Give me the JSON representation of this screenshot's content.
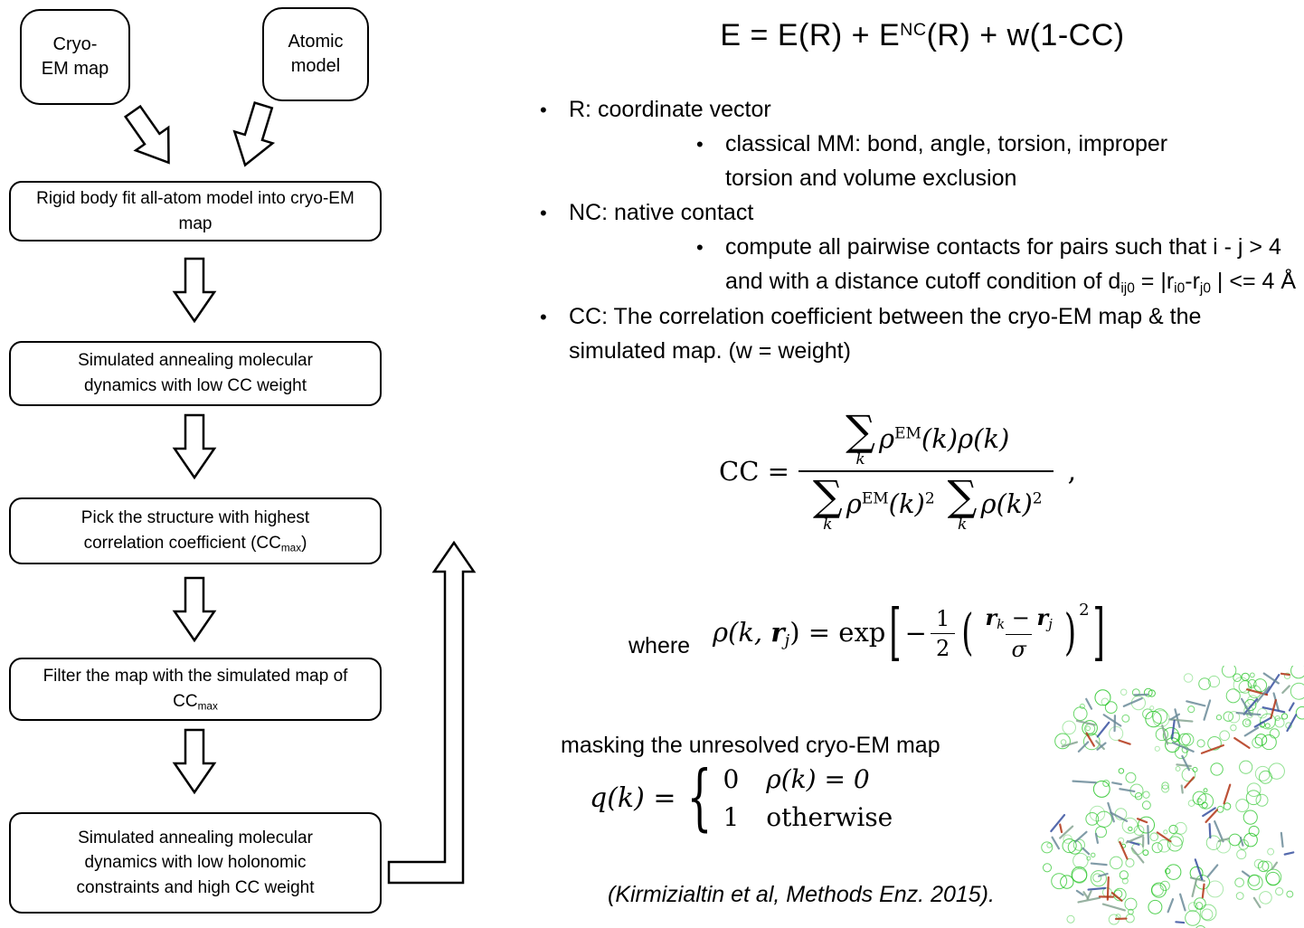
{
  "flowchart": {
    "source_boxes": [
      {
        "line1": "Cryo-",
        "line2": "EM map"
      },
      {
        "line1": "Atomic",
        "line2": "model"
      }
    ],
    "steps": [
      {
        "pre": "Rigid body fit all-atom model into cryo-EM map",
        "sub": "",
        "post": ""
      },
      {
        "pre": "Simulated annealing molecular dynamics with low CC weight",
        "sub": "",
        "post": ""
      },
      {
        "pre": "Pick the structure with highest correlation coefficient (CC",
        "sub": "max",
        "post": ")"
      },
      {
        "pre": "Filter the map with the simulated map of CC",
        "sub": "max",
        "post": ""
      },
      {
        "pre": "Simulated annealing molecular dynamics with low holonomic constraints and high CC weight",
        "sub": "",
        "post": ""
      }
    ]
  },
  "energy_equation": {
    "p1": "E = E(R) + E",
    "sup": "NC",
    "p2": "(R) + w(1-CC)"
  },
  "bullets": {
    "r_label": "R: coordinate vector",
    "r_detail": "classical MM: bond, angle, torsion, improper torsion and volume exclusion",
    "nc_label": "NC: native contact",
    "nc_detail": {
      "f1": "compute all pairwise contacts for pairs such that i - j > 4 and with a distance cutoff condition of d",
      "s1": "ij0",
      "f2": " = |r",
      "s2": "i0",
      "f3": "-r",
      "s3": "j0",
      "f4": " | <= 4 Å"
    },
    "cc_label": "CC: The correlation coefficient between the cryo-EM map & the simulated map. (w = weight)"
  },
  "cc_equation": {
    "lhs": "CC =",
    "sum": "∑",
    "sum_index": "k",
    "num_rho": "ρ",
    "num_sup": "EM",
    "num_tail": "(k)ρ(k)",
    "den_rho1": "ρ",
    "den_sup1": "EM",
    "den_tail1": "(k)",
    "den_exp1": "2",
    "den_tail2": "ρ(k)",
    "den_exp2": "2",
    "comma": ","
  },
  "where_label": "where",
  "rho_equation": {
    "lhs_a": "ρ(k, ",
    "r1": "r",
    "r1_sub": "j",
    "lhs_b": ") = exp",
    "lbracket": "[",
    "minus": "−",
    "half_num": "1",
    "half_den": "2",
    "lparen": "(",
    "fn_r1": "r",
    "fn_s1": "k",
    "fn_minus": " − ",
    "fn_r2": "r",
    "fn_s2": "j",
    "fd": "σ",
    "rparen": ")",
    "exp": "2",
    "rbracket": "]"
  },
  "masking_label": "masking the unresolved cryo-EM map",
  "mask_equation": {
    "lhs": "q(k) =",
    "brace": "{",
    "rows": [
      {
        "value": "0",
        "condition": "ρ(k) = 0"
      },
      {
        "value": "1",
        "condition": "otherwise"
      }
    ]
  },
  "citation": "(Kirmizialtin et al, Methods Enz. 2015).",
  "figure": {
    "description": "cryo-EM density mesh with fitted atomic model",
    "mesh_color": "#25c425",
    "stick_colors": [
      "#6b8b99",
      "#6b8b99",
      "#b23415",
      "#37509f",
      "#86a492"
    ]
  }
}
